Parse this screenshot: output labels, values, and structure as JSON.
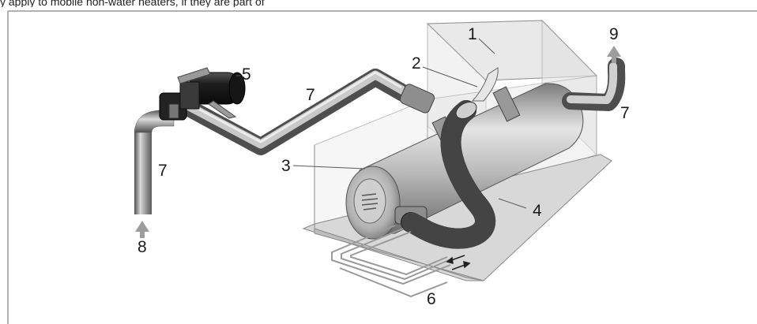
{
  "header_text": "y apply to mobile non-water heaters, if they are part of",
  "callouts": {
    "c1": "1",
    "c2": "2",
    "c3": "3",
    "c4": "4",
    "c5": "5",
    "c6": "6",
    "c7a": "7",
    "c7b": "7",
    "c7c": "7",
    "c8": "8",
    "c9": "9"
  },
  "colors": {
    "pipe": "#9a9a9a",
    "pipe_dark": "#5e5e5e",
    "heater_body": "#b9b9b9",
    "hose": "#2a2a2a",
    "arrow": "#9d9d9d",
    "box_line": "#8a8a8a"
  },
  "icons": [
    "up-arrow-icon",
    "double-arrow-icon"
  ]
}
